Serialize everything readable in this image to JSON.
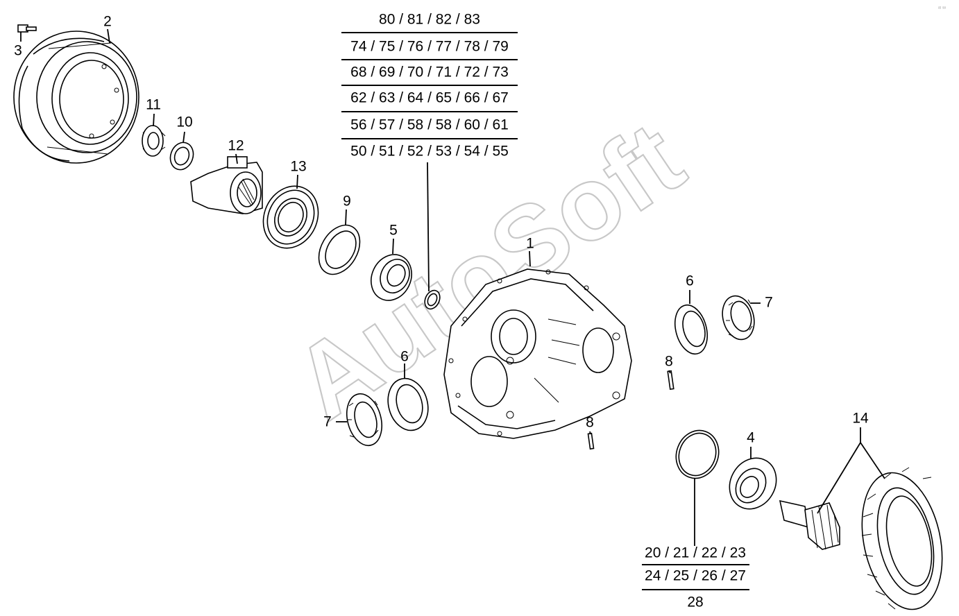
{
  "watermark": "AutoSoft",
  "corner_mark": "ᵃᵗ ˢᵒ",
  "callouts": {
    "c1": "1",
    "c2": "2",
    "c3": "3",
    "c4": "4",
    "c5": "5",
    "c6_upper": "6",
    "c6_lower": "6",
    "c7_right": "7",
    "c7_left": "7",
    "c8_upper": "8",
    "c8_lower": "8",
    "c9": "9",
    "c10": "10",
    "c11": "11",
    "c12": "12",
    "c13": "13",
    "c14": "14"
  },
  "ref_table_top": {
    "rows": [
      "80 / 81 / 82 / 83",
      "74 / 75 / 76 / 77 / 78 / 79",
      "68 / 69 / 70 / 71 / 72 / 73",
      "62 / 63 / 64 / 65 / 66 / 67",
      "56 / 57 / 58 / 58 / 60 / 61",
      "50 / 51 / 52 / 53 / 54 / 55"
    ]
  },
  "ref_table_bottom": {
    "rows": [
      "20 / 21 / 22 / 23",
      "24 / 25 / 26 / 27",
      "28"
    ]
  }
}
